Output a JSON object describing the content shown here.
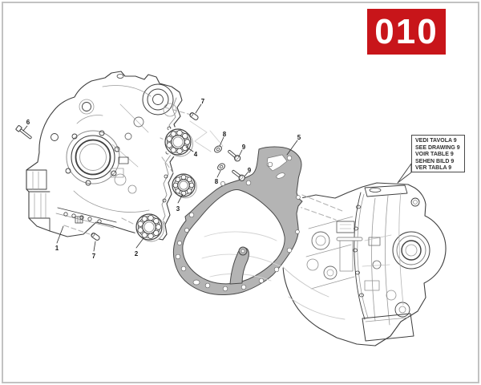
{
  "page": {
    "code": "010"
  },
  "note_box": {
    "lines": [
      "VEDI TAVOLA 9",
      "SEE DRAWING 9",
      "VOIR TABLE 9",
      "SEHEN BILD 9",
      "VER TABLA 9"
    ]
  },
  "callouts": [
    {
      "label": "1"
    },
    {
      "label": "2"
    },
    {
      "label": "3"
    },
    {
      "label": "4"
    },
    {
      "label": "5"
    },
    {
      "label": "6"
    },
    {
      "label": "7"
    },
    {
      "label": "7"
    },
    {
      "label": "8"
    },
    {
      "label": "8"
    },
    {
      "label": "9"
    },
    {
      "label": "9"
    }
  ],
  "colors": {
    "accent": "#c8151a",
    "line": "#3f3f3f",
    "gasket": "#b4b4b4",
    "frame": "#c2c2c2"
  }
}
